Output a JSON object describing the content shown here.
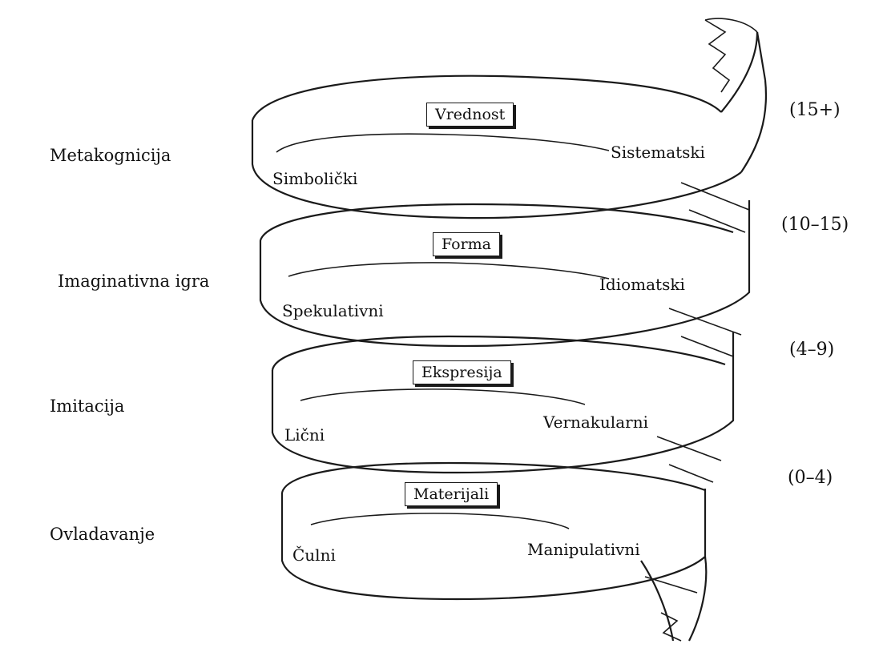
{
  "levels": [
    {
      "stage": "Metakognicija",
      "concept": "Vrednost",
      "mode_left": "Simbolički",
      "mode_right": "Sistematski",
      "age": "(15+)"
    },
    {
      "stage": "Imaginativna igra",
      "concept": "Forma",
      "mode_left": "Spekulativni",
      "mode_right": "Idiomatski",
      "age": "(10–15)"
    },
    {
      "stage": "Imitacija",
      "concept": "Ekspresija",
      "mode_left": "Lični",
      "mode_right": "Vernakularni",
      "age": "(4–9)"
    },
    {
      "stage": "Ovladavanje",
      "concept": "Materijali",
      "mode_left": "Čulni",
      "mode_right": "Manipulativni",
      "age": "(0–4)"
    }
  ]
}
